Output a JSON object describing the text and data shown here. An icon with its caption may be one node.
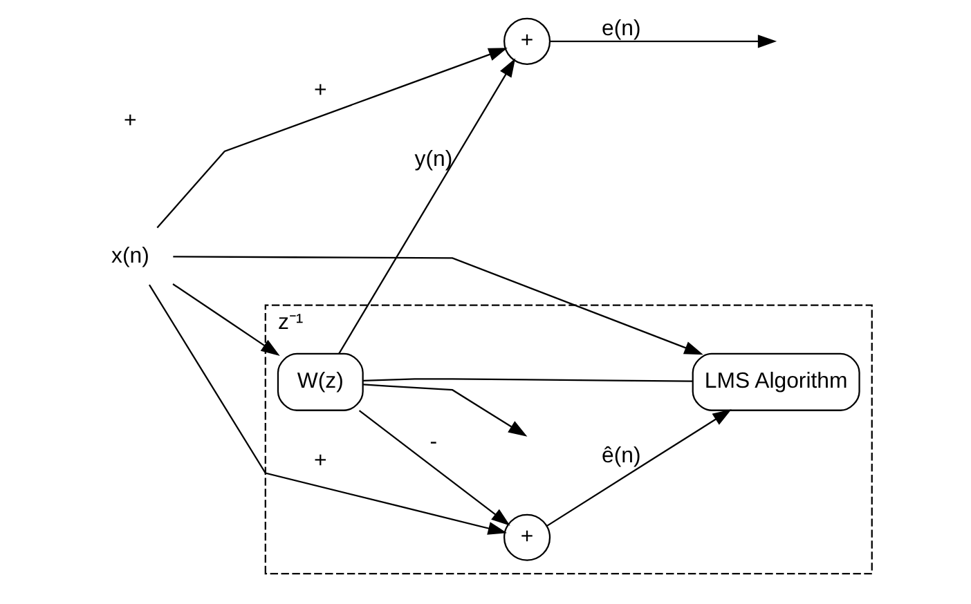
{
  "diagram": {
    "nodes": [
      {
        "text": [
          "x(n)"
        ]
      },
      {
        "text": [
          "z⁻¹"
        ]
      },
      {
        "text": [
          "W(z)"
        ],
        "in": 1
      },
      {
        "text": [
          "LMS Algorithm"
        ],
        "in": 1
      },
      {
        "text": [
          "+"
        ]
      },
      {
        "text": [
          "+"
        ],
        "in": 1
      }
    ],
    "edges": [
      {
        "from": 0,
        "to": 4,
        "arrow": "to",
        "label": "+"
      },
      {
        "from": 0,
        "to": 2,
        "arrow": "to"
      },
      {
        "from": 2,
        "to": 4,
        "arrow": "to",
        "label": "y(n)"
      },
      {
        "from": 2,
        "to": 5,
        "arrow": "to",
        "label": "-"
      },
      {
        "from": 0,
        "to": 5,
        "arrow": "to",
        "label": "+"
      },
      {
        "from": 0,
        "to": 3,
        "arrow": "to"
      },
      {
        "from": 5,
        "to": 3,
        "arrow": "to",
        "label": "ê(n)"
      },
      {
        "from": 3,
        "to": 2,
        "arrow": "none"
      },
      {
        "from": 2,
        "to": null,
        "arrow": "to"
      },
      {
        "from": 4,
        "to": null,
        "arrow": "to",
        "label": "e(n)"
      }
    ],
    "labels": [
      "+"
    ]
  }
}
